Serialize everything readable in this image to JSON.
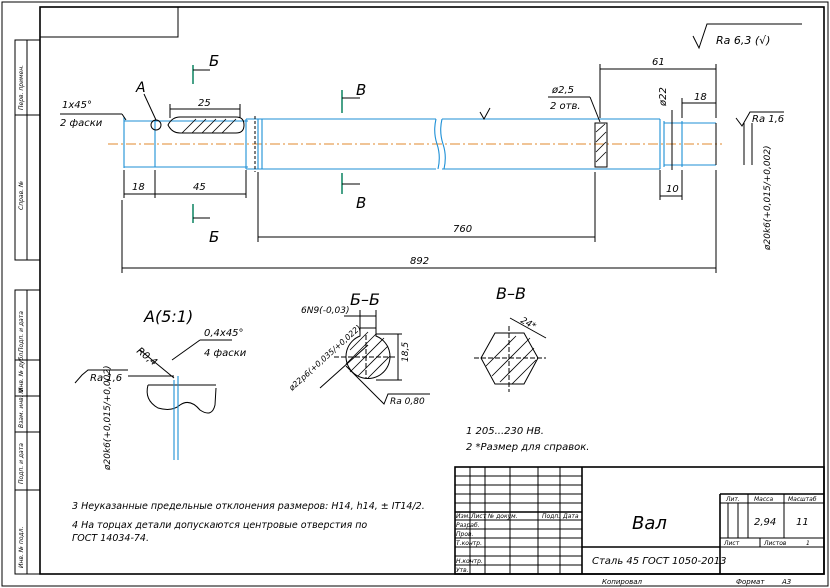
{
  "title_block": {
    "part_name": "Вал",
    "material": "Сталь 45 ГОСТ 1050-2013",
    "mass": "2,94",
    "scale": "11",
    "header_lit": "Лит.",
    "header_mass": "Масса",
    "header_scale": "Масштаб",
    "sheet_label": "Лист",
    "sheets_label": "Листов",
    "sheets_count": "1",
    "copied_label": "Копировал",
    "format_label": "Формат",
    "format_value": "A3",
    "col_izm": "Изм.",
    "col_list": "Лист",
    "col_doc": "№ докум.",
    "col_sign": "Подп.",
    "col_date": "Дата",
    "role_dev": "Разраб.",
    "role_check": "Пров.",
    "role_tcontrol": "Т.контр.",
    "role_ncontrol": "Н.контр.",
    "role_approved": "Утв."
  },
  "side_strip": {
    "perv_primen": "Перв. примен.",
    "sprav": "Справ. №",
    "podp_data_1": "Подп. и дата",
    "inv_dubl": "Инв. № дубл.",
    "vzam_inv": "Взам. инв. №",
    "podp_data_2": "Подп. и дата",
    "inv_podl": "Инв. № подл."
  },
  "roughness_general": "Ra 6,3 (√)",
  "main_view": {
    "chamfer_note_1": "1x45°",
    "chamfer_note_2": "2 фаски",
    "detail_mark": "A",
    "section_b": "Б",
    "section_v": "В",
    "dim_25": "25",
    "dim_18_left": "18",
    "dim_45": "45",
    "dim_760": "760",
    "dim_892": "892",
    "dim_61": "61",
    "dim_18_right": "18",
    "dim_10": "10",
    "dim_d22": "ø22",
    "hole_note_1": "ø2,5",
    "hole_note_2": "2 отв.",
    "ra_right": "Ra 1,6",
    "shaft_diam": "ø20k6(+0,015/+0,002)"
  },
  "detail_a": {
    "title": "A(5:1)",
    "chamfer_1": "0,4x45°",
    "chamfer_2": "4 фаски",
    "radius": "R0,4",
    "roughness": "Ra 1,6",
    "diam": "ø20k6(+0,015/+0,002)"
  },
  "section_bb": {
    "title": "Б–Б",
    "keyway": "6N9(-0,03)",
    "depth": "18,5",
    "diam": "ø22p6(+0,035/+0,022)",
    "roughness": "Ra 0,80"
  },
  "section_vv": {
    "title": "В–В",
    "across_flats": "24*"
  },
  "notes_right": [
    "1  205...230 HB.",
    "2  *Размер для справок."
  ],
  "notes_left": [
    "3  Неуказанные предельные отклонения размеров: H14, h14, ±  IT14/2.",
    "4  На торцах детали допускаются центровые отверстия по ГОСТ 14034-74."
  ]
}
